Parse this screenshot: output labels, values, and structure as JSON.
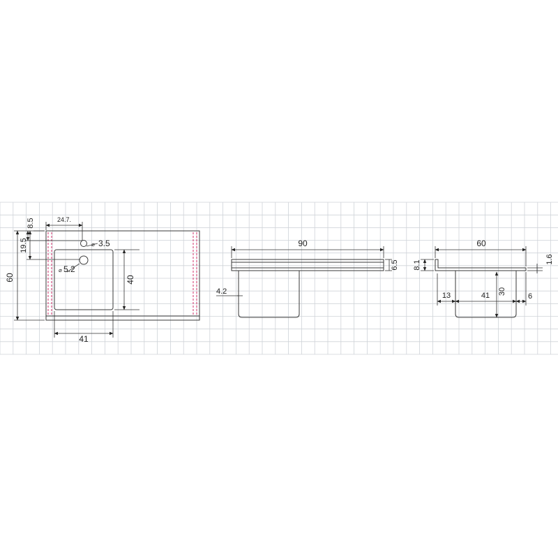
{
  "colors": {
    "grid": "#cfd3d8",
    "line": "#3a3a3a",
    "dashed": "#d0306a",
    "text": "#222222",
    "background": "#ffffff"
  },
  "views": {
    "top": {
      "labels": {
        "width_rear": "24.7.",
        "rear_offset": "8.5",
        "tap_offset": "19.5",
        "depth_total": "60",
        "tap_hole": "3.5",
        "drain_hole": "5.2",
        "bowl_depth": "40",
        "bowl_width": "41"
      }
    },
    "front": {
      "labels": {
        "length": "90",
        "thickness": "6.5",
        "bowl_offset": "4.2"
      }
    },
    "side": {
      "labels": {
        "depth": "60",
        "upstand": "8.1",
        "top_thickness": "1.6",
        "front_offset": "13",
        "bowl_width": "41",
        "bowl_height": "30",
        "rear_offset": "6"
      }
    }
  }
}
